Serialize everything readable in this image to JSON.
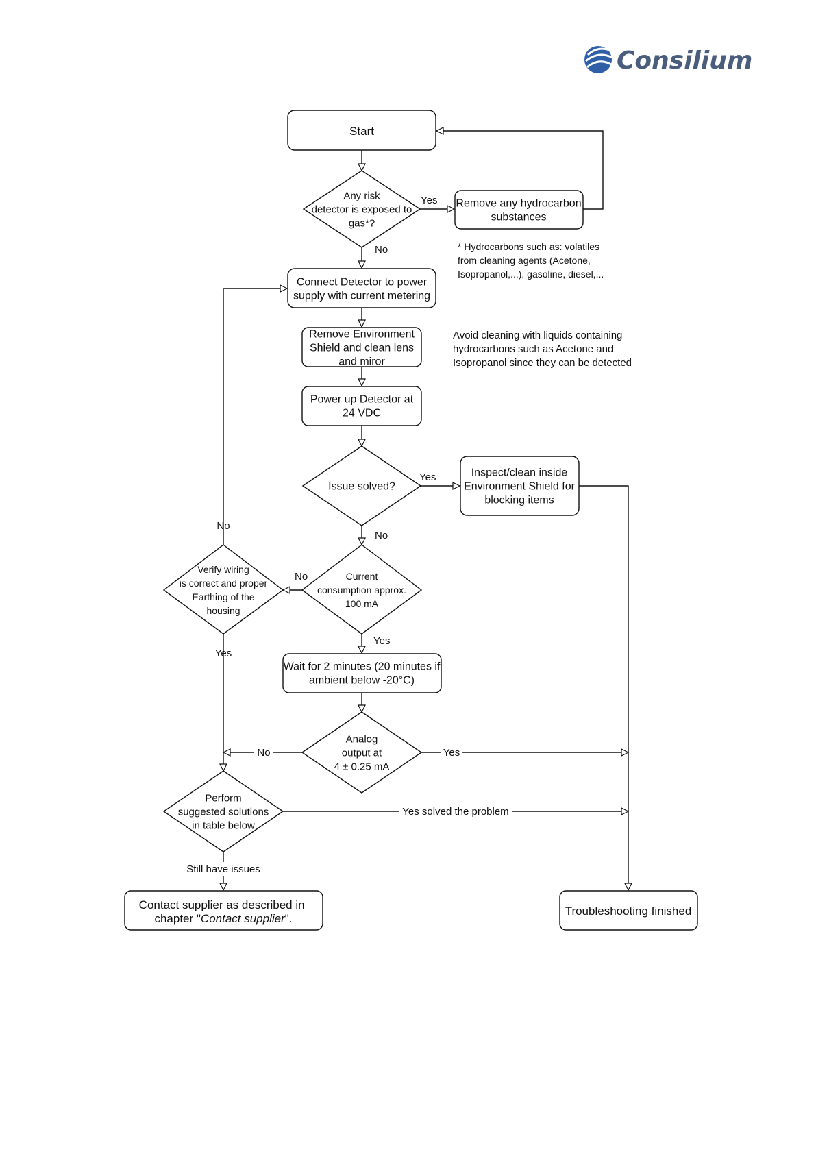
{
  "brand": {
    "name": "Consilium",
    "color": "#2f5fa7",
    "text_color": "#4a5d7c"
  },
  "nodes": {
    "start": {
      "lines": [
        "Start"
      ]
    },
    "exposed": {
      "lines": [
        "Any risk",
        "detector is exposed to",
        "gas*?"
      ]
    },
    "remove_hc": {
      "lines": [
        "Remove any hydrocarbon",
        "substances"
      ]
    },
    "connect": {
      "lines": [
        "Connect Detector to power",
        "supply with current metering"
      ]
    },
    "remove_env": {
      "lines": [
        "Remove Environment",
        "Shield and clean lens",
        "and miror"
      ]
    },
    "power_up": {
      "lines": [
        "Power up Detector at",
        "24 VDC"
      ]
    },
    "issue": {
      "lines": [
        "Issue solved?"
      ]
    },
    "inspect": {
      "lines": [
        "Inspect/clean inside",
        "Environment Shield for",
        "blocking items"
      ]
    },
    "current": {
      "lines": [
        "Current",
        "consumption approx.",
        "100 mA"
      ]
    },
    "verify": {
      "lines": [
        "Verify wiring",
        "is correct and proper",
        "Earthing of the",
        "housing"
      ]
    },
    "wait": {
      "lines": [
        "Wait for 2 minutes (20 minutes if",
        "ambient below -20°C)"
      ]
    },
    "analog": {
      "lines": [
        "Analog",
        "output at",
        "4 ± 0.25 mA"
      ]
    },
    "perform": {
      "lines": [
        "Perform",
        "suggested solutions",
        "in  table below"
      ]
    },
    "contact": {
      "line1": "Contact supplier as described in",
      "line2_prefix": "chapter \"",
      "line2_italic": "Contact supplier",
      "line2_suffix": "\"."
    },
    "finished": {
      "lines": [
        "Troubleshooting finished"
      ]
    }
  },
  "edge_labels": {
    "exposed_yes": "Yes",
    "exposed_no": "No",
    "issue_yes": "Yes",
    "issue_no": "No",
    "current_no": "No",
    "current_yes": "Yes",
    "verify_no": "No",
    "verify_yes": "Yes",
    "analog_no": "No",
    "analog_yes": "Yes",
    "perform_yes": "Yes solved the problem",
    "perform_still": "Still have issues"
  },
  "notes": {
    "hydrocarbons": [
      "* Hydrocarbons such as: volatiles",
      "from cleaning agents (Acetone,",
      "Isopropanol,...), gasoline, diesel,..."
    ],
    "avoid": [
      "Avoid cleaning with liquids containing",
      "hydrocarbons such as Acetone and",
      "Isopropanol since they can be detected"
    ]
  }
}
